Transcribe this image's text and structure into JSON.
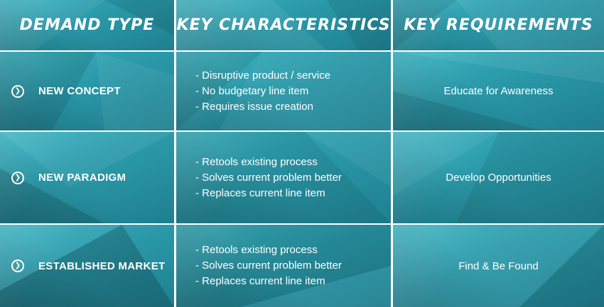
{
  "headers": [
    "DEMAND TYPE",
    "KEY CHARACTERISTICS",
    "KEY REQUIREMENTS"
  ],
  "rows": [
    {
      "demand_type": "NEW CONCEPT",
      "characteristics": [
        "- Disruptive product / service",
        "- No budgetary line item",
        "- Requires issue creation"
      ],
      "requirement": "Educate for Awareness"
    },
    {
      "demand_type": "NEW PARADIGM",
      "characteristics": [
        "- Retools existing process",
        "- Solves current problem better",
        "- Replaces current line item"
      ],
      "requirement": "Develop Opportunities"
    },
    {
      "demand_type": "ESTABLISHED MARKET",
      "characteristics": [
        "- Retools existing process",
        "- Solves current problem better",
        "- Replaces current line item"
      ],
      "requirement": "Find & Be Found"
    }
  ],
  "colors": {
    "teal": "#2a98a8",
    "teal_light": "#3bb3c2",
    "teal_dark": "#1f7f8f",
    "divider": "#ffffff"
  },
  "icons": {
    "row_marker": "chevron-circle-right-icon"
  }
}
